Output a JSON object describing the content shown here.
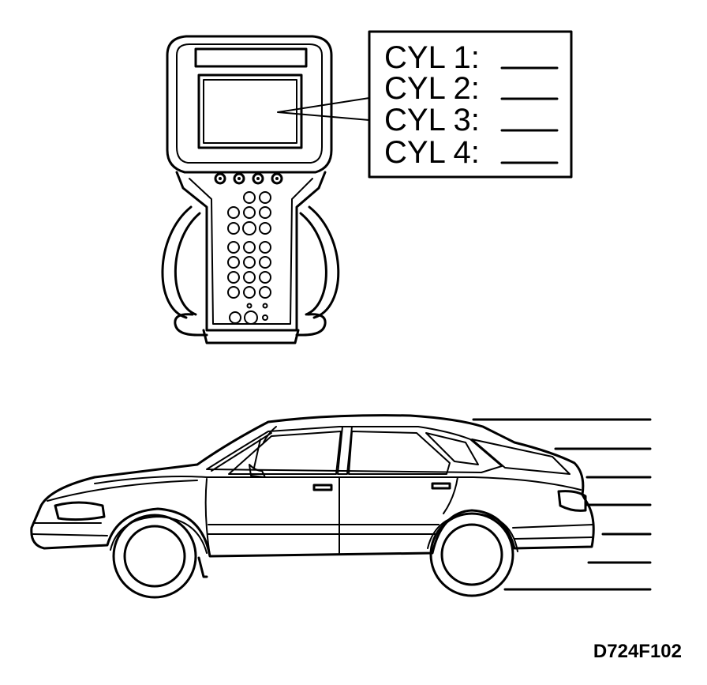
{
  "callout": {
    "lines": [
      "CYL 1:",
      "CYL 2:",
      "CYL 3:",
      "CYL 4:"
    ]
  },
  "figure_code": "D724F102",
  "icons": {
    "scan_tool": "handheld-scan-tool-icon",
    "vehicle": "hatchback-car-icon"
  },
  "colors": {
    "line": "#000000",
    "background": "#ffffff"
  }
}
